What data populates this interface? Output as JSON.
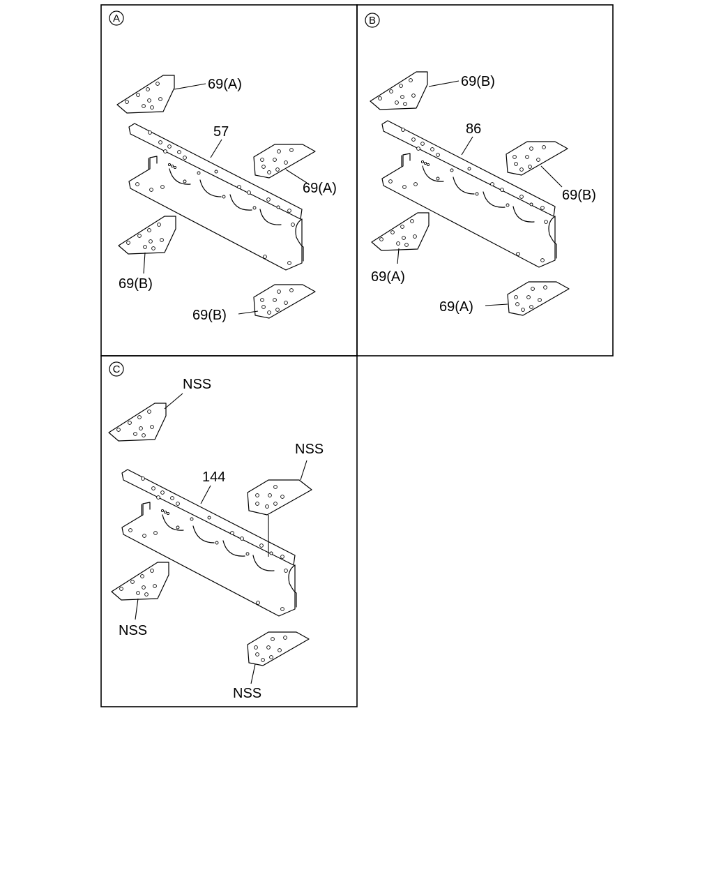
{
  "panels": [
    {
      "badge": "A",
      "crossmember_label": "57",
      "plates": [
        {
          "label": "69(A)"
        },
        {
          "label": "69(A)"
        },
        {
          "label": "69(B)"
        },
        {
          "label": "69(B)"
        }
      ]
    },
    {
      "badge": "B",
      "crossmember_label": "86",
      "plates": [
        {
          "label": "69(B)"
        },
        {
          "label": "69(B)"
        },
        {
          "label": "69(A)"
        },
        {
          "label": "69(A)"
        }
      ]
    },
    {
      "badge": "C",
      "crossmember_label": "144",
      "plates": [
        {
          "label": "NSS"
        },
        {
          "label": "NSS"
        },
        {
          "label": "NSS"
        },
        {
          "label": "NSS"
        }
      ]
    }
  ]
}
